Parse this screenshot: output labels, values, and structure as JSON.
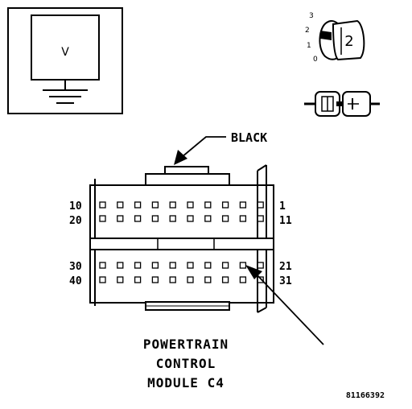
{
  "voltmeter": {
    "symbol": "V"
  },
  "probe_switch": {
    "positions": [
      "3",
      "2",
      "1",
      "0"
    ],
    "selected": "2"
  },
  "connector": {
    "color_label": "BLACK",
    "title_lines": [
      "POWERTRAIN",
      "CONTROL",
      "MODULE C4"
    ],
    "cavity_labels": {
      "row1_left": "10",
      "row1_right": "1",
      "row2_left": "20",
      "row2_right": "11",
      "row3_left": "30",
      "row3_right": "21",
      "row4_left": "40",
      "row4_right": "31"
    },
    "indicated_cavity": "22"
  },
  "figure_id": "81166392"
}
